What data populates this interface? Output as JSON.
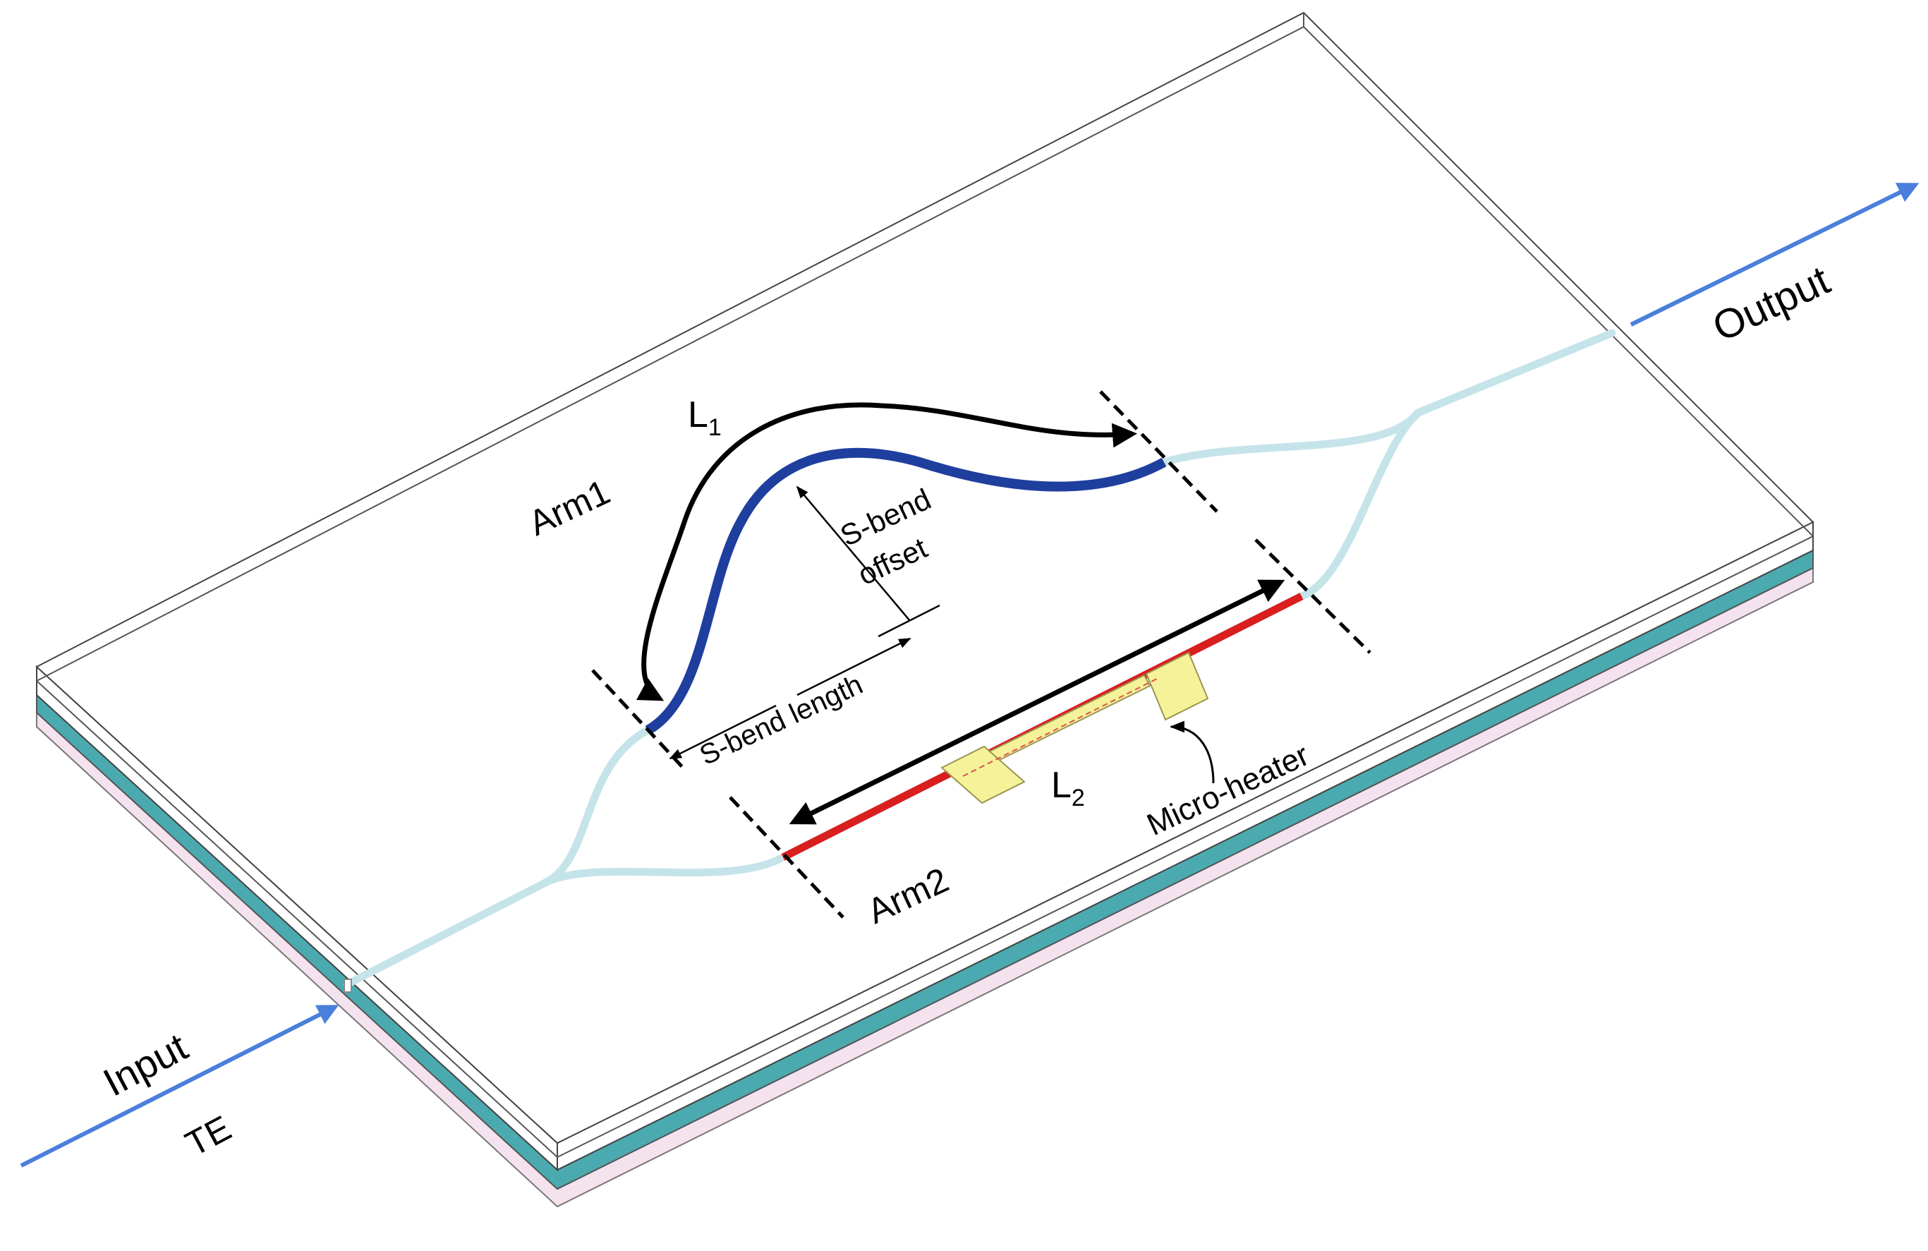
{
  "labels": {
    "arm1": "Arm1",
    "arm2": "Arm2",
    "l1_main": "L",
    "l1_sub": "1",
    "l2_main": "L",
    "l2_sub": "2",
    "sbend_offset_line1": "S-bend",
    "sbend_offset_line2": "offset",
    "sbend_length": "S-bend length",
    "micro_heater": "Micro-heater",
    "input": "Input",
    "polarization": "TE",
    "output": "Output"
  },
  "colors": {
    "arm1": "#1f3f9e",
    "arm2": "#d81e1e",
    "waveguide": "#c5e4ea",
    "substrate_teal": "#4aaab0",
    "substrate_pink": "#f4e3ee",
    "heater": "#f5f29a",
    "io_arrow": "#4a7fdc"
  }
}
